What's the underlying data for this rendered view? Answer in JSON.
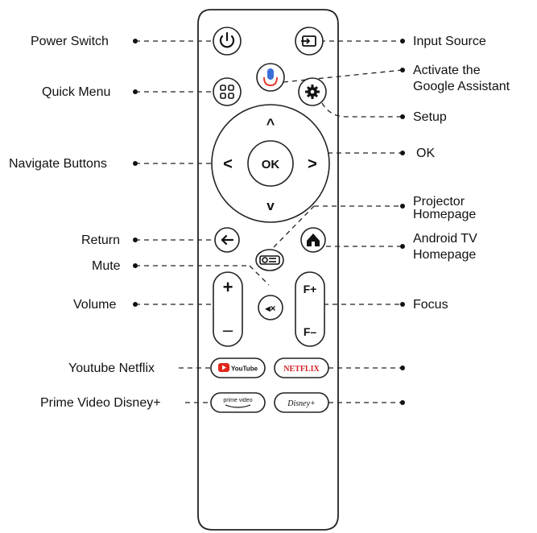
{
  "labels_left": {
    "power": "Power Switch",
    "quick_menu": "Quick Menu",
    "navigate": "Navigate Buttons",
    "return": "Return",
    "mute": "Mute",
    "volume": "Volume",
    "youtube_netflix": "Youtube Netflix",
    "prime_disney": "Prime Video Disney+"
  },
  "labels_right": {
    "input_source": "Input Source",
    "google_assistant_1": "Activate the",
    "google_assistant_2": "Google Assistant",
    "setup": "Setup",
    "ok": "OK",
    "projector_home_1": "Projector",
    "projector_home_2": "Homepage",
    "android_home_1": "Android TV",
    "android_home_2": "Homepage",
    "focus": "Focus"
  },
  "buttons": {
    "ok": "OK",
    "up": "^",
    "down": "v",
    "left": "<",
    "right": ">",
    "vol_plus": "+",
    "vol_minus": "–",
    "focus_plus": "F+",
    "focus_minus": "F–",
    "mute": "◂×",
    "youtube": "YouTube",
    "netflix": "NETFLIX",
    "prime": "prime video",
    "disney": "Disney+"
  },
  "colors": {
    "line": "#222222",
    "youtube_red": "#e0261b",
    "netflix_red": "#d21f26",
    "assistant_blue": "#3b6fd8",
    "assistant_red": "#e33b2e"
  }
}
